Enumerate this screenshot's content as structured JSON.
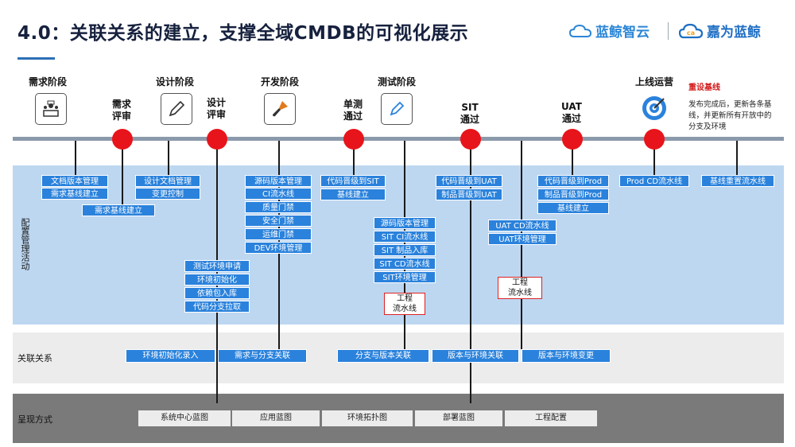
{
  "header": {
    "title": "4.0：关联关系的建立，支撑全域CMDB的可视化展示",
    "logo_left": "蓝鲸智云",
    "logo_right": "嘉为蓝鲸"
  },
  "stages": {
    "req": "需求阶段",
    "design": "设计阶段",
    "dev": "开发阶段",
    "test": "测试阶段",
    "ops": "上线运营"
  },
  "gates": {
    "req_review": "需求\n评审",
    "design_review": "设计\n评审",
    "unit": "单测\n通过",
    "sit": "SIT\n通过",
    "uat": "UAT\n通过"
  },
  "note": {
    "title": "重设基线",
    "text": "发布完成后，更新各条基线，并更新所有开放中的分支及环境"
  },
  "bands": {
    "config": "配置管理活动",
    "relation": "关联关系",
    "present": "呈现方式"
  },
  "config": {
    "req": [
      "文档版本管理",
      "需求基线建立"
    ],
    "req_baseline": "需求基线建立",
    "design": [
      "设计文档管理",
      "变更控制"
    ],
    "design_test": [
      "测试环境申请",
      "环境初始化",
      "依赖包入库",
      "代码分支拉取"
    ],
    "dev": [
      "源码版本管理",
      "CI流水线",
      "质量门禁",
      "安全门禁",
      "运维门禁",
      "DEV环境管理"
    ],
    "unit": [
      "代码晋级到SIT",
      "基线建立"
    ],
    "test": [
      "源码版本管理",
      "SIT CI流水线",
      "SIT 制品入库",
      "SIT CD流水线",
      "SIT环境管理"
    ],
    "test_proc": "工程\n流水线",
    "sit": [
      "代码晋级到UAT",
      "制品晋级到UAT"
    ],
    "uat_cd": [
      "UAT CD流水线",
      "UAT环境管理"
    ],
    "uat_proc": "工程\n流水线",
    "uat": [
      "代码晋级到Prod",
      "制品晋级到Prod",
      "基线建立"
    ],
    "prod_cd": "Prod CD流水线",
    "rebaseline": "基线重置流水线"
  },
  "relations": [
    "环境初始化录入",
    "需求与分支关联",
    "分支与版本关联",
    "版本与环境关联",
    "版本与环境变更"
  ],
  "presentation": [
    "系统中心蓝图",
    "应用蓝图",
    "环境拓扑图",
    "部署蓝图",
    "工程配置"
  ],
  "colors": {
    "accent": "#2a82dc",
    "gate": "#e8141b",
    "note": "#d21a1a"
  }
}
